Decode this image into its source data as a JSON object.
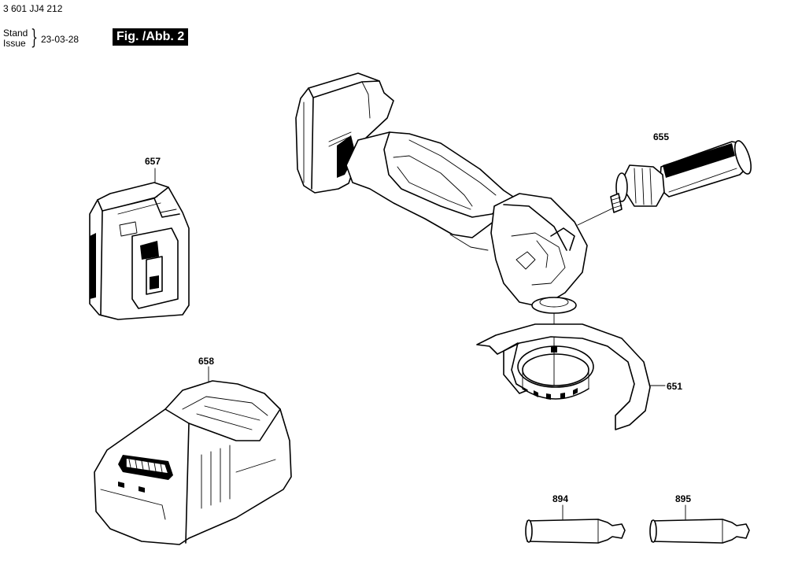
{
  "header": {
    "doc_number": "3 601 JJ4 212",
    "stand_label": "Stand",
    "issue_label": "Issue",
    "issue_date": "23-03-28",
    "figure_label": "Fig. /Abb. 2"
  },
  "parts": [
    {
      "id": "657",
      "label": "657",
      "name": "battery-pack"
    },
    {
      "id": "658",
      "label": "658",
      "name": "battery-charger"
    },
    {
      "id": "655",
      "label": "655",
      "name": "auxiliary-handle"
    },
    {
      "id": "651",
      "label": "651",
      "name": "protective-guard"
    },
    {
      "id": "894",
      "label": "894",
      "name": "grease-tube"
    },
    {
      "id": "895",
      "label": "895",
      "name": "grease-tube"
    }
  ]
}
